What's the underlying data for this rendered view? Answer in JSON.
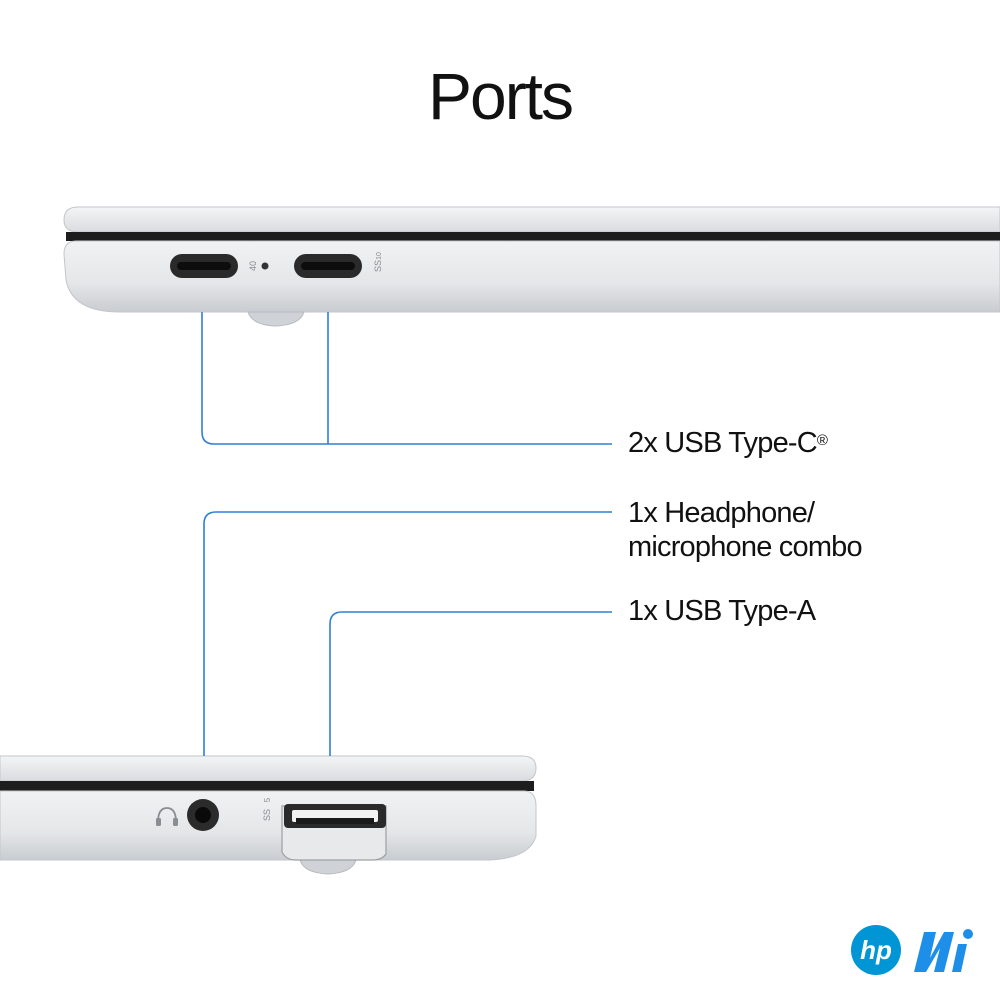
{
  "title": "Ports",
  "callouts": {
    "usb_c": "2x USB Type-C",
    "usb_c_mark": "®",
    "headphone_line1": "1x Headphone/",
    "headphone_line2": "microphone combo",
    "usb_a": "1x USB Type-A"
  },
  "port_markings": {
    "usb_c_left_speed": "40",
    "usb_c_right_speed": "SS",
    "usb_c_right_rate": "10",
    "usb_a_speed": "SS",
    "usb_a_rate": "5"
  },
  "logos": {
    "hp": "hp",
    "ai": "Ai"
  },
  "colors": {
    "leader_line": "#2f7fd6",
    "laptop_silver": "#e6e8ea",
    "port_black": "#1a1a1a",
    "hp_blue": "#0096d6",
    "ai_blue": "#1e8fe8"
  }
}
